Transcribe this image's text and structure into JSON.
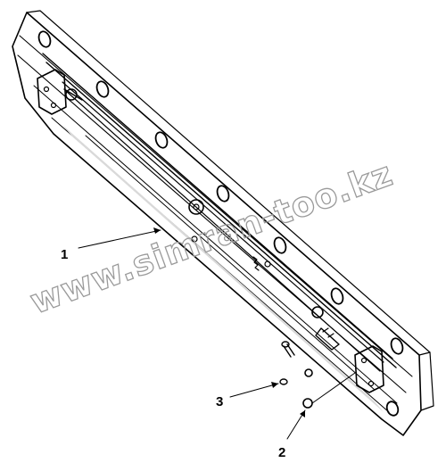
{
  "diagram": {
    "callouts": [
      {
        "label": "1"
      },
      {
        "label": "2"
      },
      {
        "label": "3"
      }
    ],
    "watermark": "www.simran-too.kz"
  }
}
